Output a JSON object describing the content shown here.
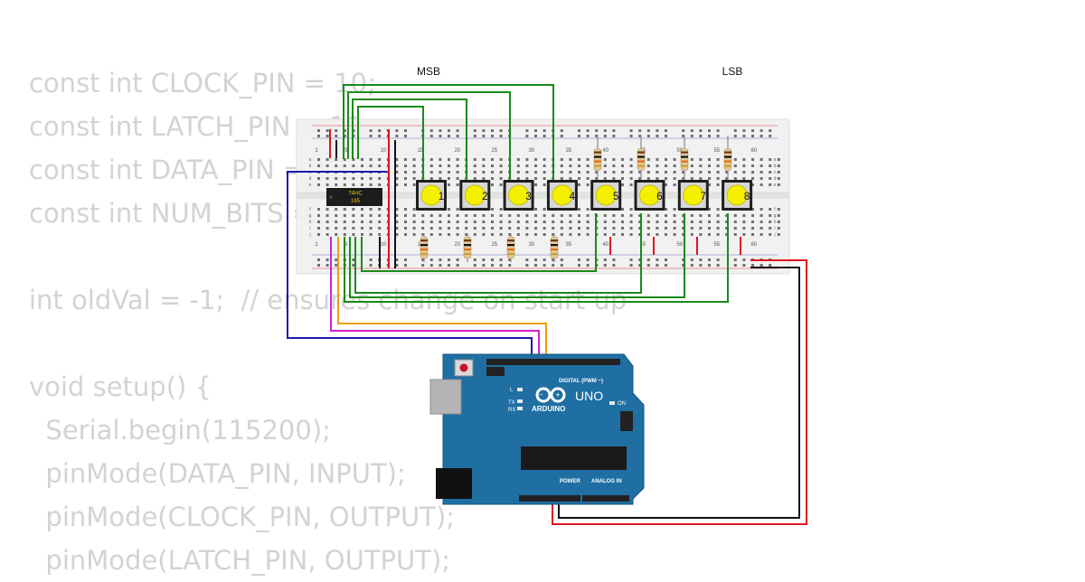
{
  "code_lines": [
    "const int CLOCK_PIN = 10;",
    "const int LATCH_PIN = 11;",
    "const int DATA_PIN = 12;",
    "const int NUM_BITS = 8;",
    "",
    "int oldVal = -1;  // ensures change on start up",
    "",
    "void setup() {",
    "  Serial.begin(115200);",
    "  pinMode(DATA_PIN, INPUT);",
    "  pinMode(CLOCK_PIN, OUTPUT);",
    "  pinMode(LATCH_PIN, OUTPUT);"
  ],
  "labels": {
    "msb": "MSB",
    "lsb": "LSB"
  },
  "chip": {
    "line1": "74HC",
    "line2": "165"
  },
  "buttons": [
    "1",
    "2",
    "3",
    "4",
    "5",
    "6",
    "7",
    "8"
  ],
  "board": {
    "uno": "UNO",
    "brand": "ARDUINO",
    "digital": "DIGITAL (PWM ~)",
    "power": "POWER",
    "analog": "ANALOG IN",
    "on": "ON",
    "tx": "TX",
    "rx": "RX",
    "l": "L"
  },
  "breadboard_columns": [
    "1",
    "5",
    "10",
    "15",
    "20",
    "25",
    "30",
    "35",
    "40",
    "45",
    "50",
    "55",
    "60"
  ],
  "breadboard_rows_top": [
    "a",
    "b",
    "c",
    "d",
    "e"
  ],
  "breadboard_rows_bottom": [
    "f",
    "g",
    "h",
    "i",
    "j"
  ],
  "colors": {
    "wire_green": "#1b8a1b",
    "wire_red": "#e0141e",
    "wire_black": "#111111",
    "wire_blue": "#1a1aa8",
    "wire_magenta": "#d21fd2",
    "wire_orange": "#f0a000",
    "button_cap": "#f5f000",
    "board_blue": "#1f6fa3"
  }
}
